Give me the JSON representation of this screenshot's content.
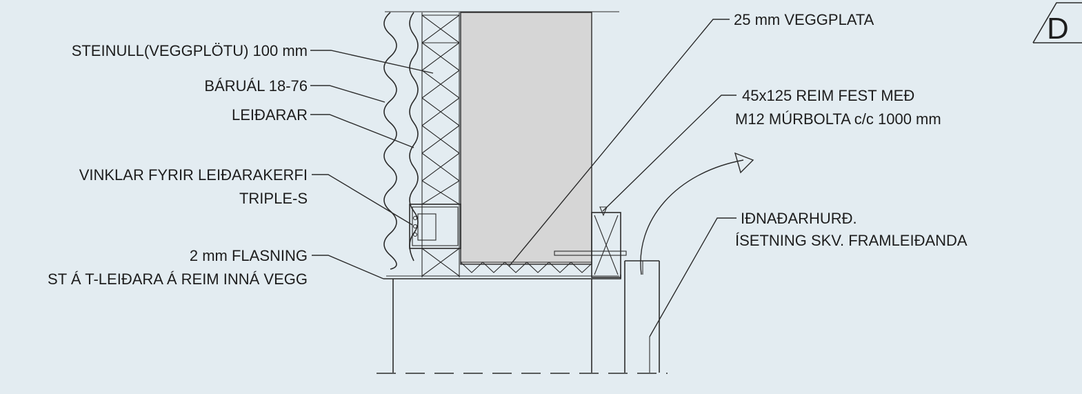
{
  "labels": {
    "steinull": "STEINULL(VEGGPLÖTU) 100 mm",
    "baruál": "BÁRUÁL 18-76",
    "leidarar": "LEIÐARAR",
    "vinklar_line1": "VINKLAR FYRIR LEIÐARAKERFI",
    "vinklar_line2": "TRIPLE-S",
    "flasning": "2 mm FLASNING",
    "fest": "ST Á T-LEIÐARA Á REIM INNÁ VEGG",
    "veggplata": "25 mm VEGGPLATA",
    "reim_line1": "45x125 REIM FEST MEÐ",
    "reim_line2": "M12 MÚRBOLTA c/c 1000 mm",
    "hurd_line1": "IÐNAÐARHURÐ.",
    "hurd_line2": "ÍSETNING SKV. FRAMLEIÐANDA",
    "detail_mark": "D"
  },
  "colors": {
    "background": "#e3ecf1",
    "concrete": "#d6d6d6",
    "lines": "#2b2b2b"
  }
}
